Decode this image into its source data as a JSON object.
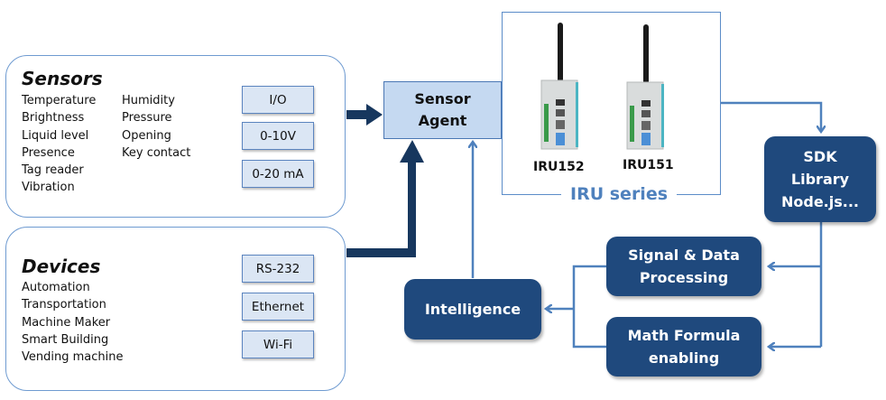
{
  "sensors": {
    "title": "Sensors",
    "col1": [
      "Temperature",
      "Brightness",
      "Liquid level",
      "Presence",
      "Tag reader",
      "Vibration"
    ],
    "col2": [
      "Humidity",
      "Pressure",
      "Opening",
      "Key contact"
    ],
    "interfaces": [
      "I/O",
      "0-10V",
      "0-20 mA"
    ]
  },
  "devices": {
    "title": "Devices",
    "items": [
      "Automation",
      "Transportation",
      "Machine Maker",
      "Smart Building",
      "Vending machine"
    ],
    "interfaces": [
      "RS-232",
      "Ethernet",
      "Wi-Fi"
    ]
  },
  "sensor_agent": {
    "line1": "Sensor",
    "line2": "Agent"
  },
  "iru": {
    "series_label": "IRU series",
    "models": [
      "IRU152",
      "IRU151"
    ]
  },
  "sdk": {
    "line1": "SDK",
    "line2": "Library",
    "line3": "Node.js..."
  },
  "signal_processing": {
    "line1": "Signal & Data",
    "line2": "Processing"
  },
  "math_formula": {
    "line1": "Math Formula",
    "line2": "enabling"
  },
  "intelligence": {
    "label": "Intelligence"
  },
  "colors": {
    "dark_box": "#1f497d",
    "light_arrow": "#4f81bd",
    "dark_arrow": "#17375e",
    "agent_fill": "#c5d9f1",
    "tag_fill": "#dbe6f4"
  }
}
